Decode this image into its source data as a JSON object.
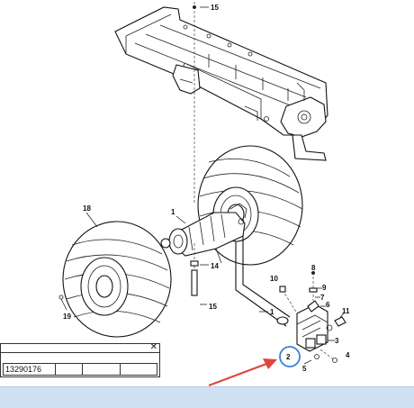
{
  "callouts": {
    "c15_top": "15",
    "c18": "18",
    "c1_left": "1",
    "c14": "14",
    "c15_bottom": "15",
    "c19": "19",
    "c10": "10",
    "c8": "8",
    "c9": "9",
    "c7": "7",
    "c6": "6",
    "c11": "11",
    "c1_right": "1",
    "c3": "3",
    "c4": "4",
    "c2": "2",
    "c5": "5"
  },
  "panel": {
    "close_glyph": "✕",
    "part_number": "13290176"
  },
  "colors": {
    "arrow": "#e0453a",
    "highlight_circle": "#3a7fd6",
    "bottom_bar": "#cfe0f3"
  }
}
